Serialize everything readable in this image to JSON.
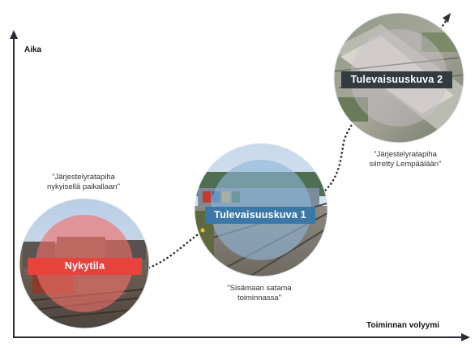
{
  "axes": {
    "y_label": "Aika",
    "x_label": "Toiminnan volyymi"
  },
  "stages": [
    {
      "id": "nykytila",
      "banner": "Nykytila",
      "caption": [
        "\"Järjestelyratapiha",
        "nykyisellä paikallaan\""
      ],
      "color": "#e8423d"
    },
    {
      "id": "tulevaisuus1",
      "banner": "Tulevaisuuskuva 1",
      "caption": [
        "\"Sisämaan satama",
        "toiminnassa\""
      ],
      "color": "#3a78a8"
    },
    {
      "id": "tulevaisuus2",
      "banner": "Tulevaisuuskuva 2",
      "caption": [
        "\"Järjestelyratapiha",
        "siirretty Lempäälään\""
      ],
      "color": "#333a40"
    }
  ]
}
